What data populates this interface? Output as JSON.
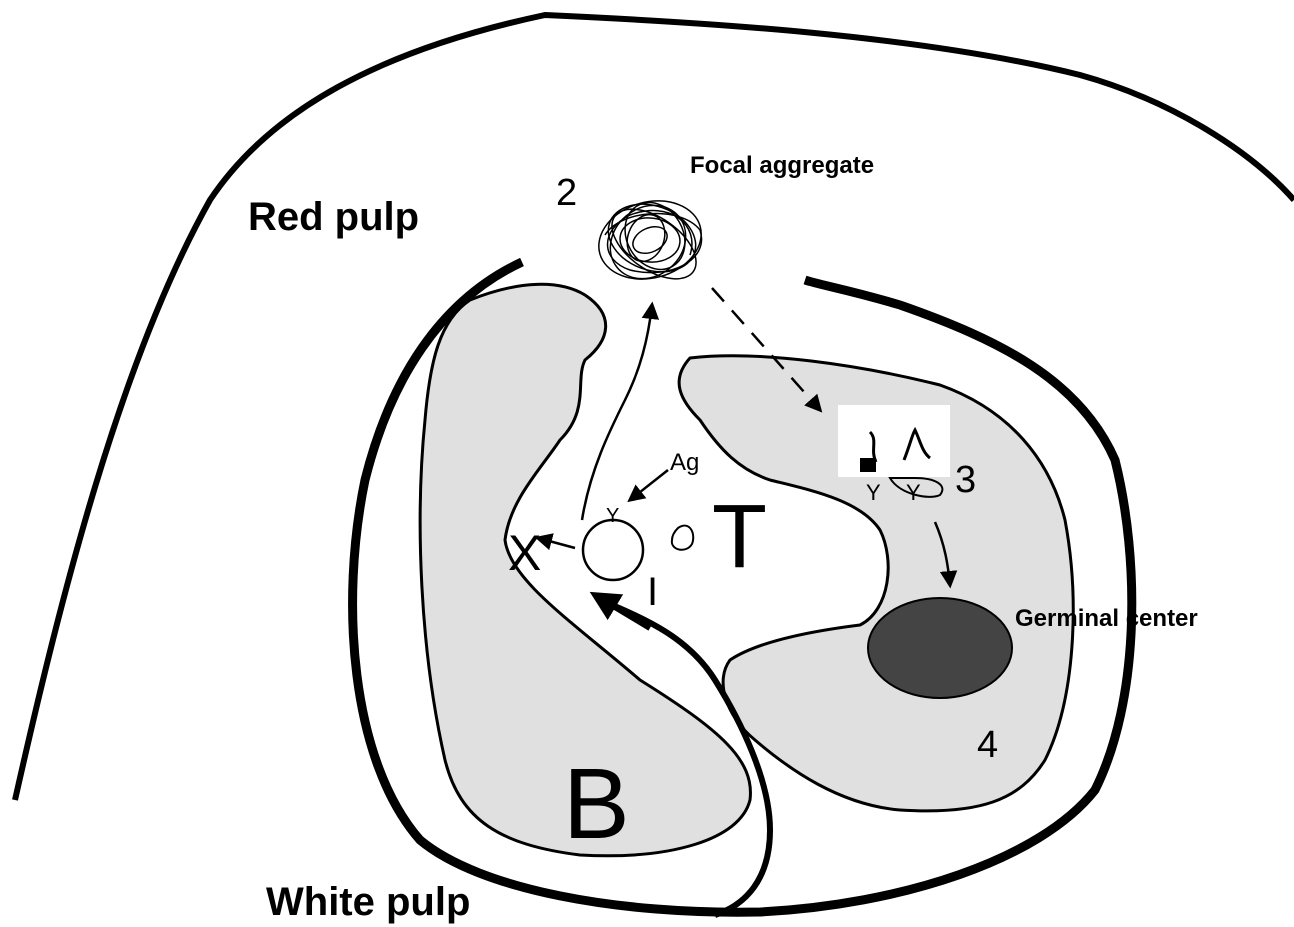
{
  "labels": {
    "red_pulp": "Red pulp",
    "white_pulp": "White pulp",
    "focal_aggregate": "Focal aggregate",
    "germinal_center": "Germinal center",
    "b_zone": "B",
    "t_zone": "T",
    "antigen": "Ag",
    "step_1": "I",
    "step_2": "2",
    "step_3": "3",
    "step_4": "4",
    "blocked_mark": "X",
    "antibody_y": "Y"
  },
  "colors": {
    "outline": "#000000",
    "zone_fill": "#e0e0e0",
    "germinal_center_fill": "#444444",
    "background": "#ffffff"
  },
  "icons": {
    "focal_aggregate": "scribble-cluster-icon",
    "plasma_cells": "cell-cluster-icon",
    "tcell": "small-cell-icon"
  }
}
